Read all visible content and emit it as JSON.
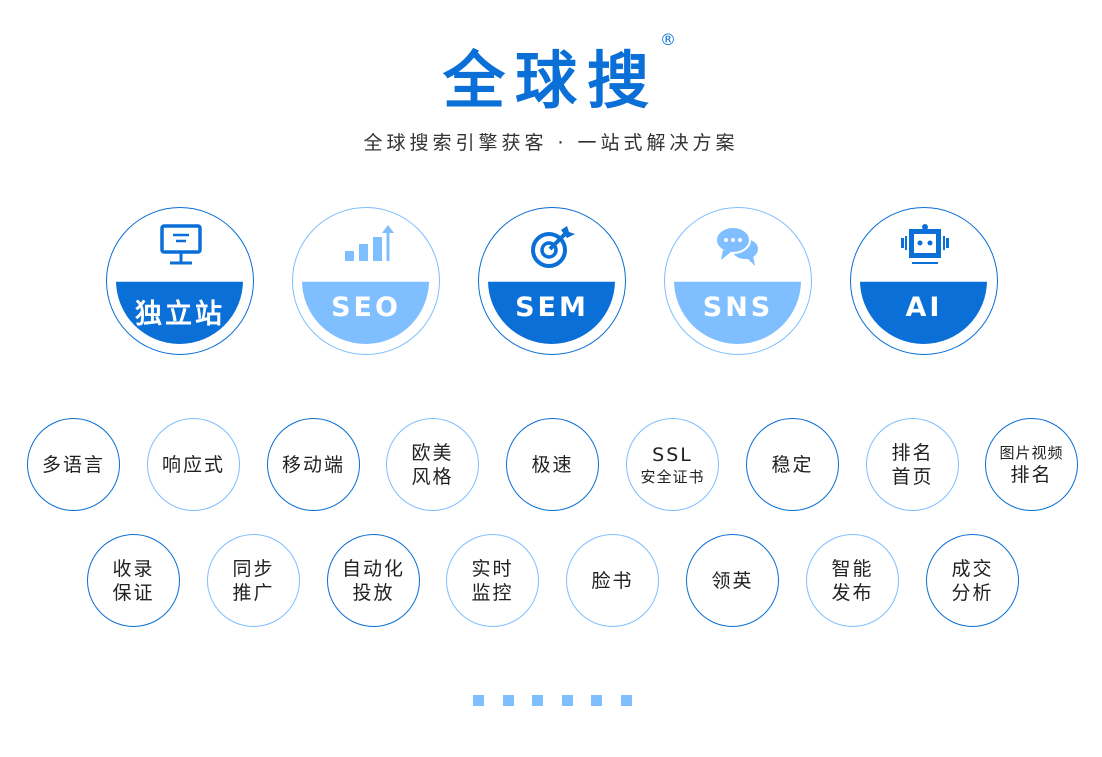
{
  "header": {
    "title": "全球搜",
    "registered": "®",
    "subtitle": "全球搜索引擎获客 · 一站式解决方案"
  },
  "colors": {
    "dark": "#0a6fd6",
    "light": "#7fbfff"
  },
  "services": [
    {
      "label": "独立站",
      "icon": "monitor-icon",
      "style": "dark"
    },
    {
      "label": "SEO",
      "icon": "bar-chart-up-icon",
      "style": "light"
    },
    {
      "label": "SEM",
      "icon": "target-arrow-icon",
      "style": "dark"
    },
    {
      "label": "SNS",
      "icon": "chat-bubbles-icon",
      "style": "light"
    },
    {
      "label": "AI",
      "icon": "robot-icon",
      "style": "dark"
    }
  ],
  "features_row1": [
    {
      "lines": [
        "多语言"
      ]
    },
    {
      "lines": [
        "响应式"
      ]
    },
    {
      "lines": [
        "移动端"
      ]
    },
    {
      "lines": [
        "欧美",
        "风格"
      ]
    },
    {
      "lines": [
        "极速"
      ]
    },
    {
      "lines": [
        "SSL",
        "安全证书"
      ]
    },
    {
      "lines": [
        "稳定"
      ]
    },
    {
      "lines": [
        "排名",
        "首页"
      ]
    },
    {
      "lines": [
        "图片视频",
        "排名"
      ]
    }
  ],
  "features_row2": [
    {
      "lines": [
        "收录",
        "保证"
      ]
    },
    {
      "lines": [
        "同步",
        "推广"
      ]
    },
    {
      "lines": [
        "自动化",
        "投放"
      ]
    },
    {
      "lines": [
        "实时",
        "监控"
      ]
    },
    {
      "lines": [
        "脸书"
      ]
    },
    {
      "lines": [
        "领英"
      ]
    },
    {
      "lines": [
        "智能",
        "发布"
      ]
    },
    {
      "lines": [
        "成交",
        "分析"
      ]
    }
  ],
  "pagination": {
    "dots": 6
  }
}
